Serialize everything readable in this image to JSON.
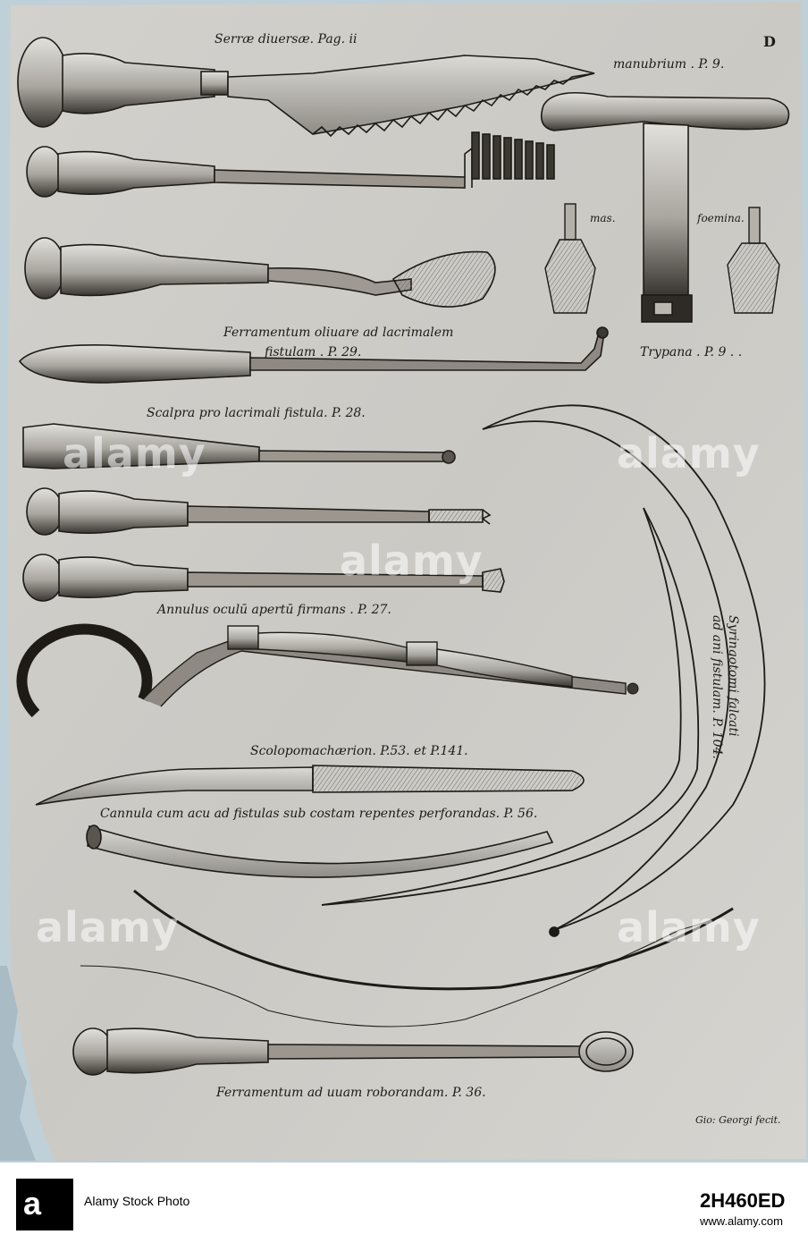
{
  "plate": {
    "corner_letter": "D",
    "paper_color": "#cfcdc8",
    "ink_color": "#1e1b17",
    "labels": {
      "serrae": "Serræ diuersæ. Pag. ii",
      "manubrium": "manubrium . P. 9.",
      "mas": "mas.",
      "foemina": "foemina.",
      "ferramentum_oliuare_1": "Ferramentum oliuare ad lacrimalem",
      "ferramentum_oliuare_2": "fistulam . P. 29.",
      "trypana": "Trypana . P. 9 . .",
      "scalpra": "Scalpra pro lacrimali fistula. P. 28.",
      "annulus": "Annulus oculū apertū firmans . P. 27.",
      "syringotomi_1": "Syringotomi falcati",
      "syringotomi_2": "ad ani fistulam. P. 104.",
      "scolopomachaerion": "Scolopomachærion. P.53. et P.141.",
      "cannula": "Cannula cum acu ad fistulas sub costam repentes perforandas. P. 56.",
      "ferramentum_uuam": "Ferramentum ad uuam roborandam. P. 36.",
      "signature": "Gio: Georgi fecit."
    }
  },
  "watermark": {
    "logo_text": "a",
    "brand": "alamy",
    "caption": "Alamy Stock Photo",
    "image_id": "2H460ED",
    "url": "www.alamy.com"
  }
}
